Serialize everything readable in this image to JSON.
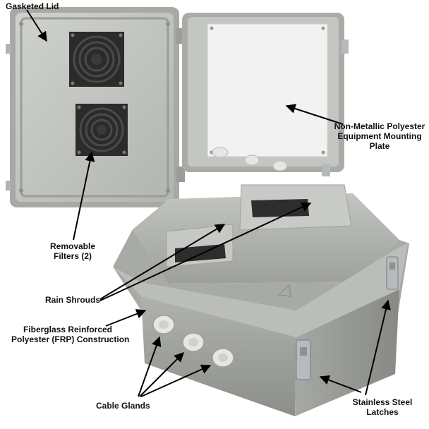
{
  "photo": {
    "subject": "enclosure-photo",
    "colors": {
      "body": "#b4b6b2",
      "body_shadow": "#8f918d",
      "lid_inner": "#c8cac6",
      "plate": "#f2f3f2",
      "fan": "#2a2a2a",
      "latch": "#a8acaf"
    }
  },
  "labels": {
    "gasketed_lid": "Gasketed Lid",
    "non_metallic_line1": "Non-Metallic Polyester",
    "non_metallic_line2": "Equipment Mounting",
    "non_metallic_line3": "Plate",
    "removable_line1": "Removable",
    "removable_line2": "Filters (2)",
    "rain_shrouds": "Rain Shrouds",
    "frp_line1": "Fiberglass Reinforced",
    "frp_line2": "Polyester (FRP) Construction",
    "cable_glands": "Cable Glands",
    "latches_line1": "Stainless Steel",
    "latches_line2": "Latches"
  },
  "icons": {
    "arrow": "arrow-pointer-icon",
    "fan": "fan-grille-icon"
  }
}
